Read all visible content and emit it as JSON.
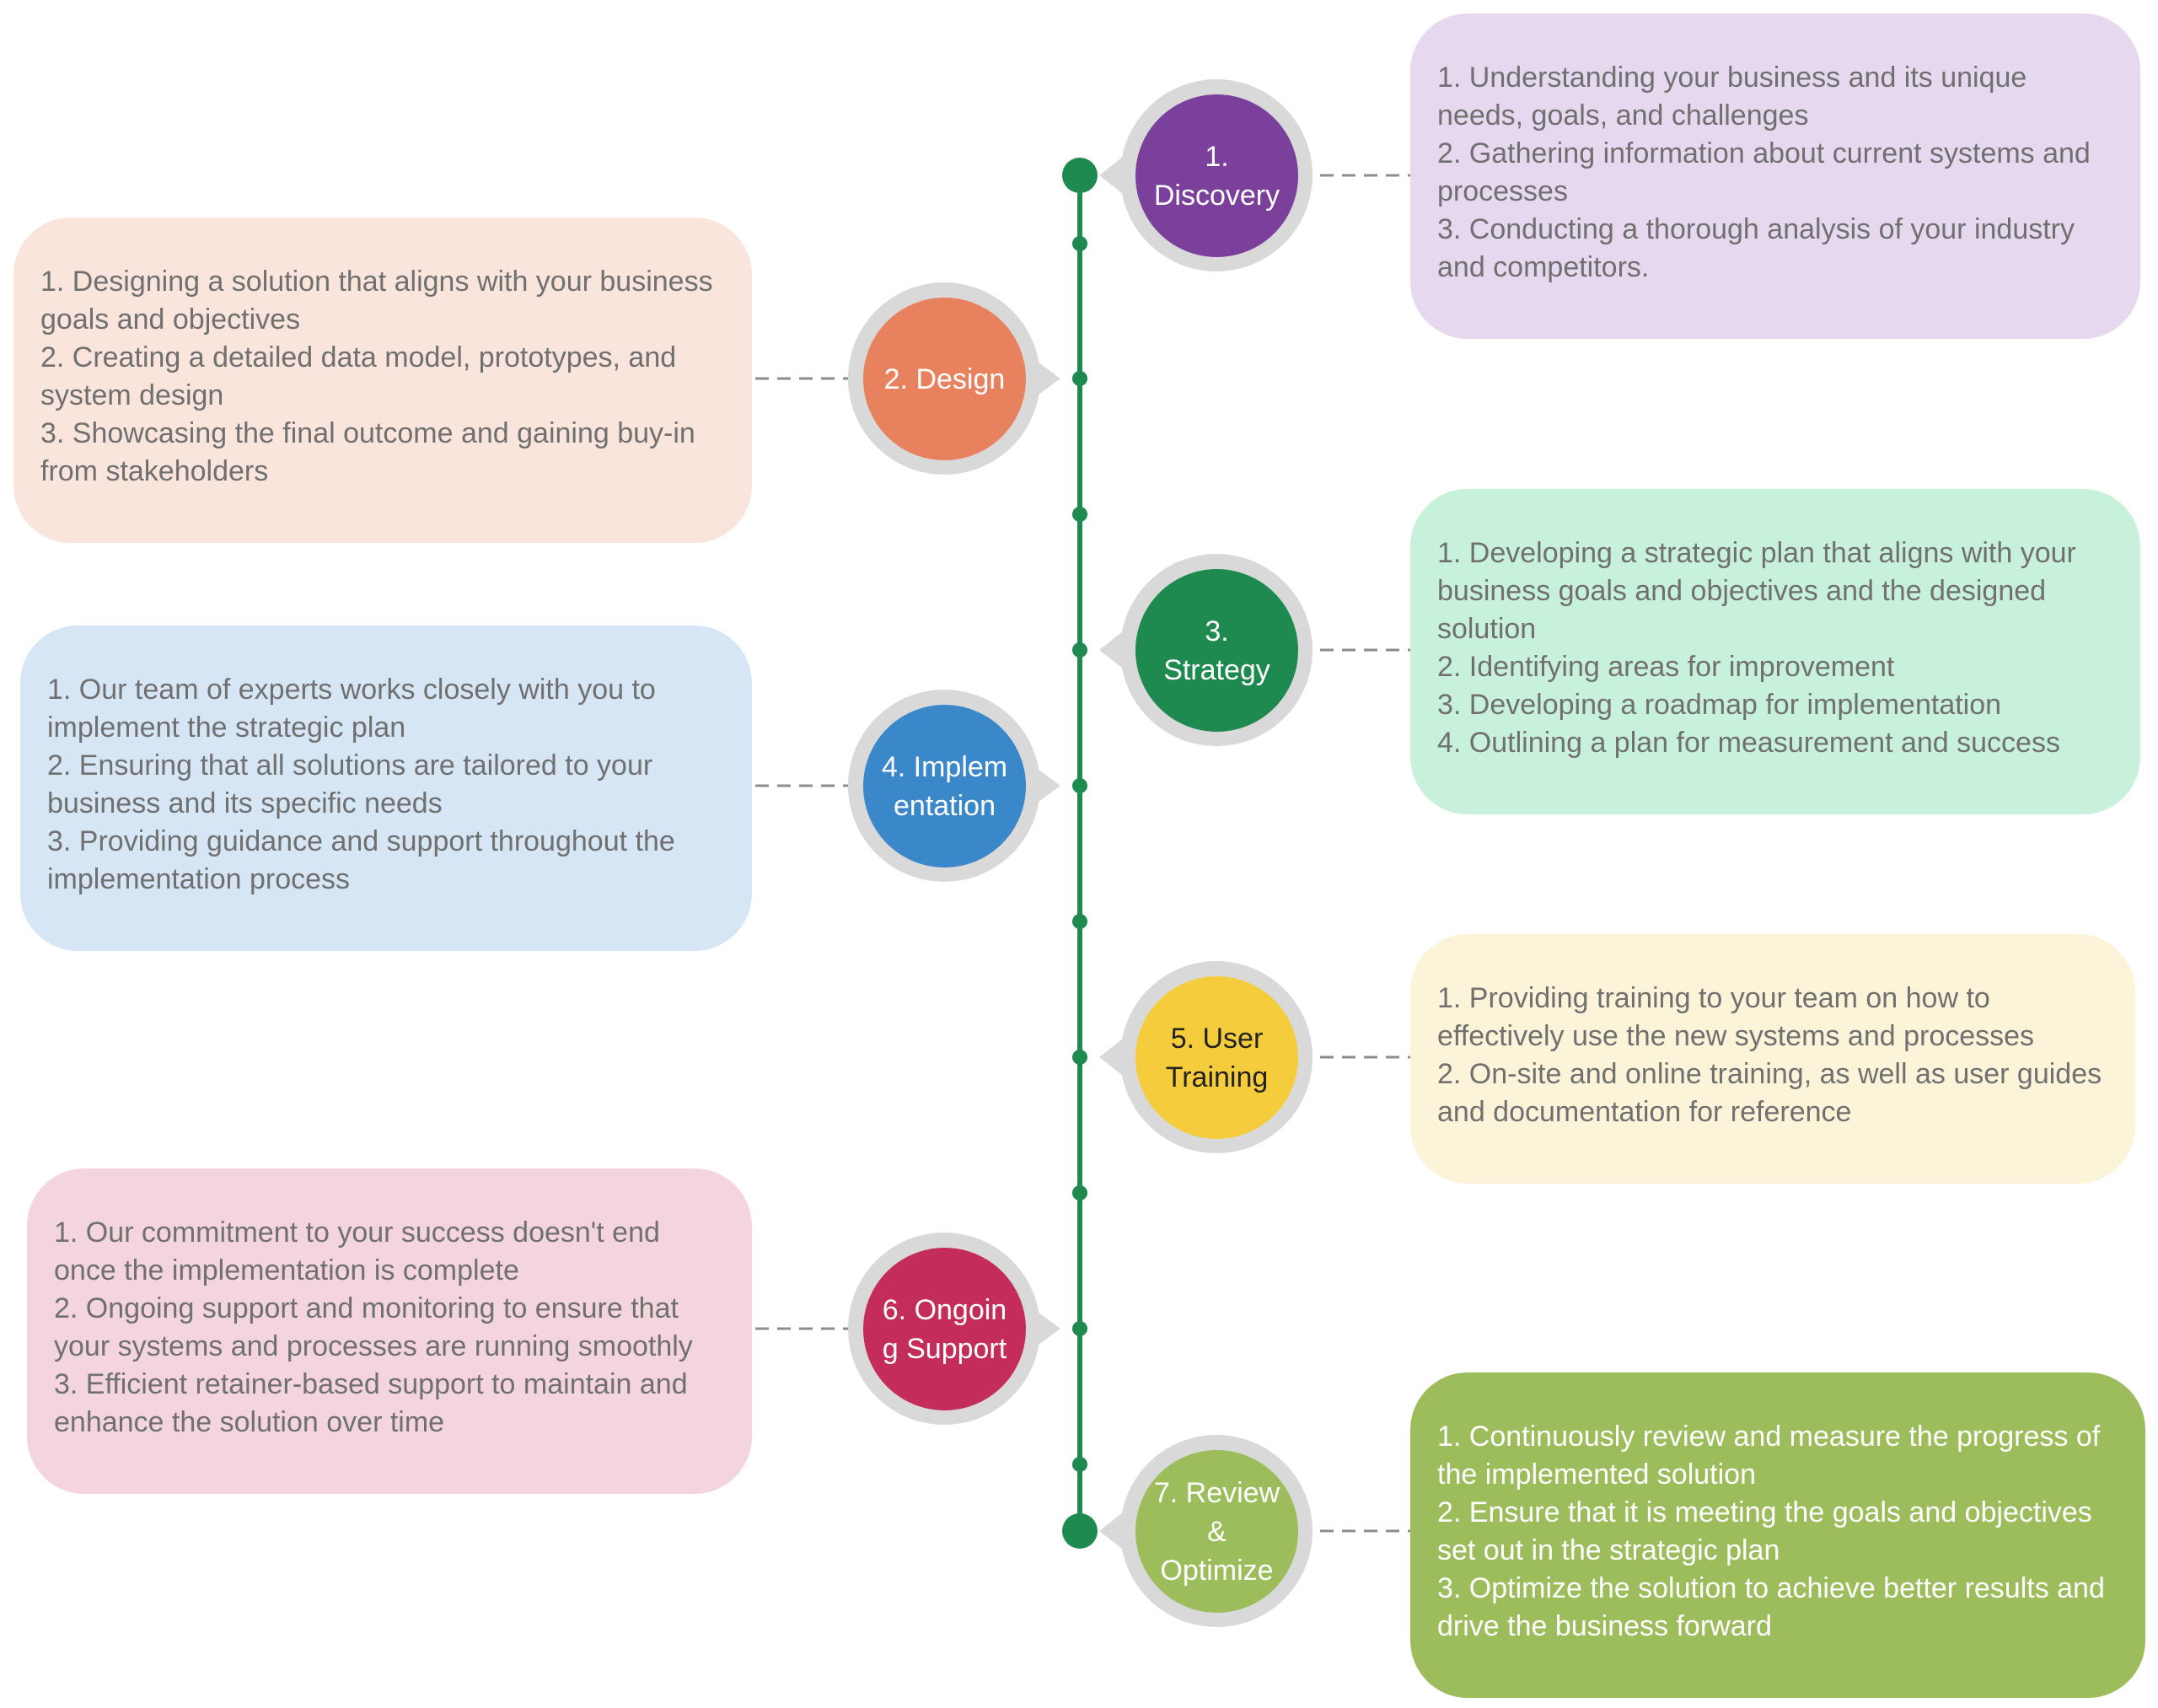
{
  "colors": {
    "timeline": "#1f8a50",
    "ring": "#d9d9d9",
    "connector": "#8c8c8c",
    "discovery": "#7b3f9c",
    "design": "#e8825e",
    "strategy": "#1f8a50",
    "implementation": "#3a87c9",
    "training": "#f5cd3c",
    "support": "#c42d5a",
    "optimize": "#9dbd5d"
  },
  "steps": [
    {
      "key": "discovery",
      "node_lines": [
        "1.",
        "Discovery"
      ],
      "details": [
        "1. Understanding your business and its unique",
        "needs, goals, and challenges",
        "2. Gathering information about current systems and",
        "processes",
        "3. Conducting a thorough analysis of your industry",
        "and competitors."
      ]
    },
    {
      "key": "design",
      "node_lines": [
        "2. Design"
      ],
      "details": [
        "1. Designing a solution that aligns with your business",
        "goals and objectives",
        "2. Creating a detailed data model, prototypes, and",
        "system design",
        "3. Showcasing the final outcome and gaining buy-in",
        "from stakeholders"
      ]
    },
    {
      "key": "strategy",
      "node_lines": [
        "3.",
        "Strategy"
      ],
      "details": [
        "1. Developing a strategic plan that aligns with your",
        "business goals and objectives and the designed",
        "solution",
        "2. Identifying areas for improvement",
        "3. Developing a roadmap for implementation",
        "4. Outlining a plan for measurement and success"
      ]
    },
    {
      "key": "implementation",
      "node_lines": [
        "4. Implem",
        "entation"
      ],
      "details": [
        "1. Our team of experts works closely with you to",
        "implement the strategic plan",
        "2. Ensuring that all solutions are tailored to your",
        "business and its specific needs",
        "3. Providing guidance and support throughout the",
        "implementation process"
      ]
    },
    {
      "key": "training",
      "node_lines": [
        "5. User",
        "Training"
      ],
      "details": [
        "1. Providing training to your team on how to",
        "effectively use the new systems and processes",
        "2. On-site and online training, as well as user guides",
        "and documentation for reference"
      ]
    },
    {
      "key": "support",
      "node_lines": [
        "6. Ongoin",
        "g Support"
      ],
      "details": [
        "1. Our commitment to your success doesn't end",
        "once the implementation is complete",
        "2. Ongoing support and monitoring to ensure that",
        "your systems and processes are running smoothly",
        "3. Efficient retainer-based support to maintain and",
        "enhance the solution over time"
      ]
    },
    {
      "key": "optimize",
      "node_lines": [
        "7. Review",
        "&",
        "Optimize"
      ],
      "details": [
        "1. Continuously review and measure the progress of",
        "the implemented solution",
        "2. Ensure that it is meeting the goals and objectives",
        "set out in the strategic plan",
        "3. Optimize the solution to achieve better results and",
        "drive the business forward"
      ]
    }
  ]
}
